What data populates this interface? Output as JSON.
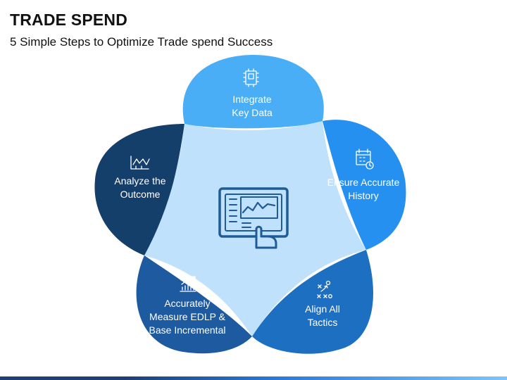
{
  "header": {
    "title": "TRADE SPEND",
    "subtitle": "5 Simple Steps to Optimize Trade spend Success"
  },
  "steps": [
    {
      "lines": [
        "Integrate",
        "Key Data"
      ],
      "icon": "circuit-chip-icon",
      "color": "#49aef6"
    },
    {
      "lines": [
        "Ensure Accurate",
        "History"
      ],
      "icon": "calendar-clock-icon",
      "color": "#2690f0"
    },
    {
      "lines": [
        "Align All",
        "Tactics"
      ],
      "icon": "tactics-play-icon",
      "color": "#1d6fc2"
    },
    {
      "lines": [
        "Accurately",
        "Measure EDLP &",
        "Base Incremental"
      ],
      "icon": "growth-chart-icon",
      "color": "#1e5aa0"
    },
    {
      "lines": [
        "Analyze the",
        "Outcome"
      ],
      "icon": "line-chart-icon",
      "color": "#153f6b"
    }
  ],
  "center": {
    "icon": "dashboard-touch-icon",
    "color": "#bfe1fb",
    "icon_color": "#1f5c97"
  }
}
